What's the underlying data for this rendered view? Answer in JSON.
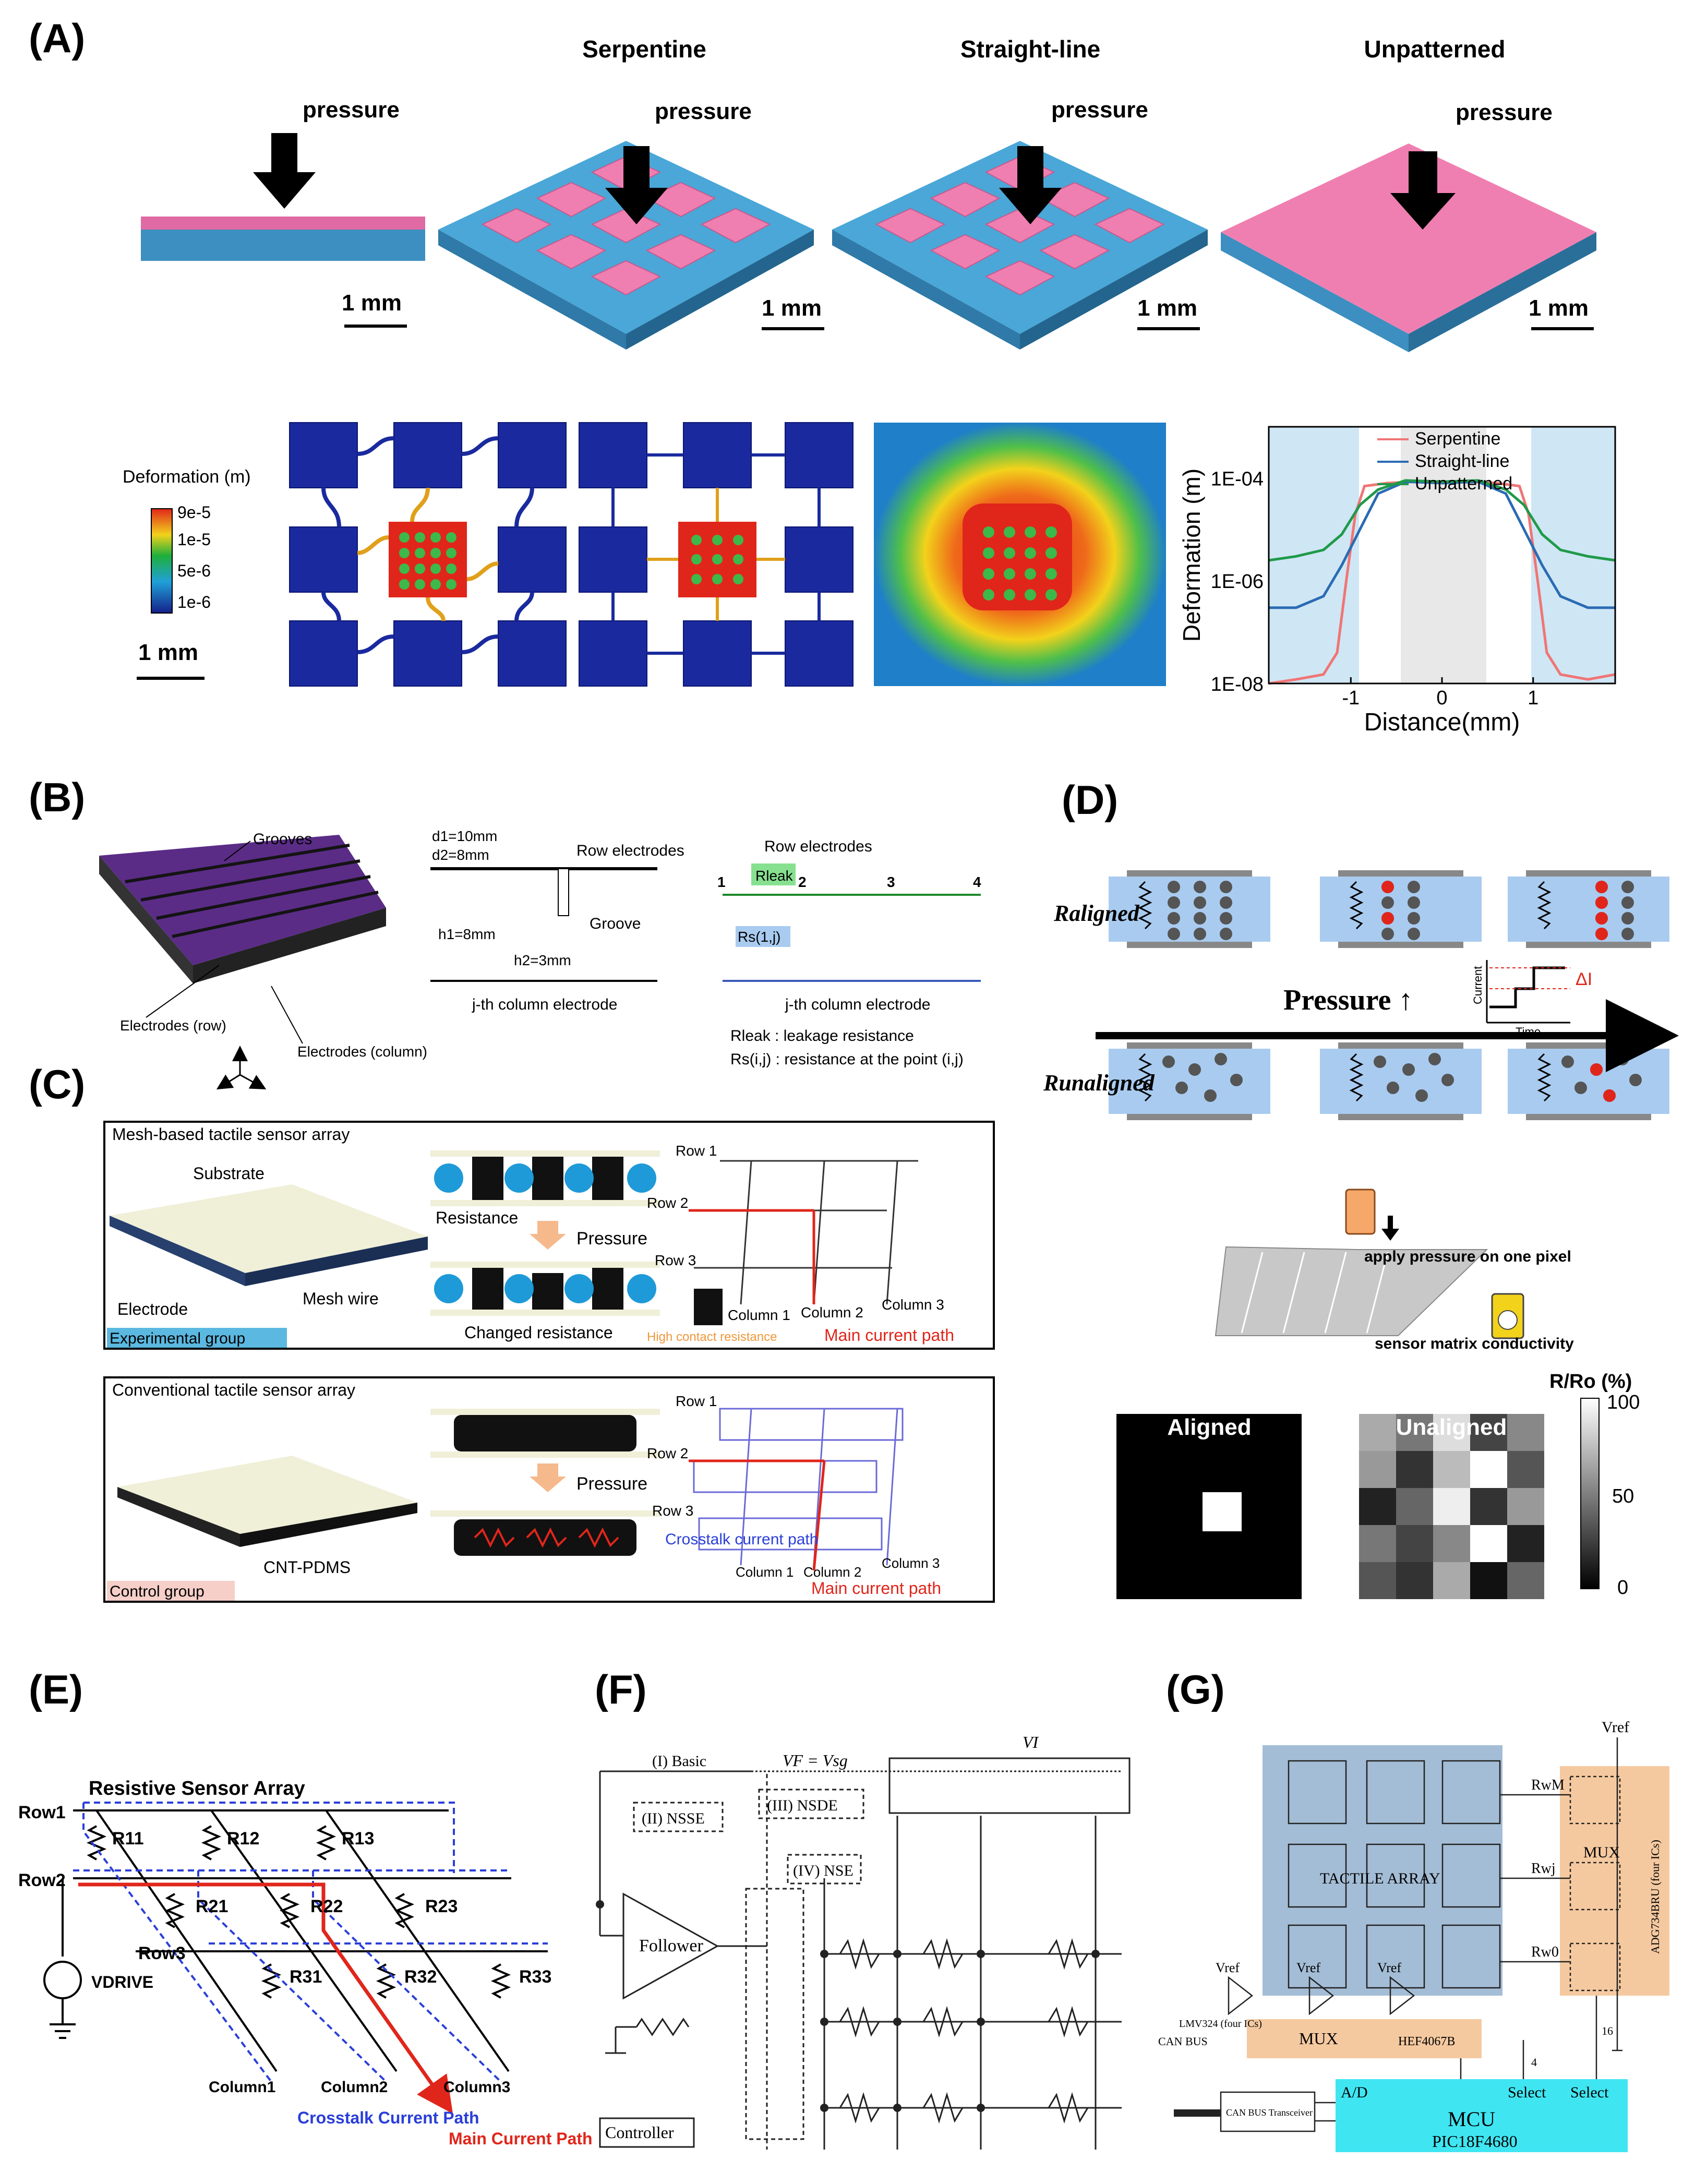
{
  "panels": {
    "A": {
      "label": "(A)",
      "titles": [
        "Serpentine",
        "Straight-line",
        "Unpatterned"
      ],
      "pressure": "pressure",
      "scale": "1 mm",
      "colorbar": {
        "title": "Deformation (m)",
        "ticks": [
          "9e-5",
          "1e-5",
          "5e-6",
          "1e-6"
        ]
      },
      "colors": {
        "pink": "#f07fb1",
        "blue": "#4aa7d8",
        "navy": "#15208a",
        "red": "#e0261b",
        "green": "#1faf3b"
      }
    },
    "B": {
      "label": "(B)",
      "grooves": "Grooves",
      "electrodes_row": "Electrodes (row)",
      "electrodes_col": "Electrodes (column)",
      "row_electrodes": "Row electrodes",
      "groove": "Groove",
      "jth_col": "j-th column electrode",
      "d1": "d1=10mm",
      "d2": "d2=8mm",
      "h1": "h1=8mm",
      "h2": "h2=3mm",
      "rleak": "Rleak",
      "rs": "Rs(1,j)",
      "rleak_def": "Rleak : leakage resistance",
      "rs_def": "Rs(i,j) : resistance at the point (i,j)",
      "nodes": [
        "1",
        "2",
        "3",
        "4"
      ]
    },
    "C": {
      "label": "(C)",
      "mesh_title": "Mesh-based tactile sensor array",
      "substrate": "Substrate",
      "electrode": "Electrode",
      "mesh_wire": "Mesh wire",
      "exp_group": "Experimental group",
      "resistance": "Resistance",
      "pressure": "Pressure",
      "changed": "Changed resistance",
      "high_contact": "High contact resistance",
      "main_path": "Main current path",
      "conv_title": "Conventional tactile sensor array",
      "cnt": "CNT-PDMS",
      "ctrl_group": "Control group",
      "crosstalk": "Crosstalk current path",
      "rows": [
        "Row 1",
        "Row 2",
        "Row 3"
      ],
      "cols": [
        "Column 1",
        "Column 2",
        "Column 3"
      ]
    },
    "D": {
      "label": "(D)",
      "r_aligned": "Raligned",
      "r_unaligned": "Runaligned",
      "pressure": "Pressure ↑",
      "current": "Current",
      "time": "Time",
      "delta": "ΔI",
      "apply": "apply pressure on one pixel",
      "conductivity": "sensor matrix conductivity",
      "ratio": "R/Ro (%)",
      "aligned": "Aligned",
      "unaligned": "Unaligned",
      "cb_ticks": [
        "100",
        "50",
        "0"
      ]
    },
    "E": {
      "label": "(E)",
      "title": "Resistive Sensor Array",
      "rows": [
        "Row1",
        "Row2",
        "Row3"
      ],
      "cols": [
        "Column1",
        "Column2",
        "Column3"
      ],
      "resistors": [
        "R11",
        "R12",
        "R13",
        "R21",
        "R22",
        "R23",
        "R31",
        "R32",
        "R33"
      ],
      "vdrive": "VDRIVE",
      "crosstalk": "Crosstalk Current Path",
      "main": "Main Current Path"
    },
    "F": {
      "label": "(F)",
      "basic": "(I) Basic",
      "nsse": "(II) NSSE",
      "nsde": "(III) NSDE",
      "nse": "(IV) NSE",
      "follower": "Follower",
      "controller": "Controller",
      "vf": "VF = Vsg",
      "vi": "VI"
    },
    "G": {
      "label": "(G)",
      "tactile": "TACTILE ARRAY",
      "mux": "MUX",
      "mux_chip": "HEF4067B",
      "mcu": "MCU",
      "pic": "PIC18F4680",
      "ad": "A/D",
      "select": "Select",
      "can_bus": "CAN BUS",
      "can_trans": "CAN BUS Transceiver",
      "lmv": "LMV324 (four ICs)",
      "adg": "ADG734BRU (four ICs)",
      "vref": "Vref",
      "rwm": "RwM",
      "rwj": "Rwj",
      "rw0": "Rw0",
      "n4": "4",
      "n16": "16"
    }
  },
  "chart_data": {
    "type": "line",
    "xlabel": "Distance(mm)",
    "ylabel": "Deformation (m)",
    "xlim": [
      -1.9,
      1.9
    ],
    "yscale": "log",
    "ylim": [
      1e-08,
      0.001
    ],
    "xticks": [
      -1,
      0,
      1
    ],
    "yticks": [
      "1E-08",
      "1E-06",
      "1E-04"
    ],
    "legend": "top-right",
    "series": [
      {
        "name": "Serpentine",
        "color": "#f07575",
        "x": [
          -1.9,
          -1.6,
          -1.3,
          -1.15,
          -1.05,
          -0.95,
          -0.85,
          -0.6,
          -0.3,
          0,
          0.3,
          0.6,
          0.85,
          0.95,
          1.05,
          1.15,
          1.3,
          1.6,
          1.9
        ],
        "y": [
          1e-08,
          1.2e-08,
          1.5e-08,
          4e-08,
          1e-06,
          2e-05,
          7e-05,
          8e-05,
          8.5e-05,
          8e-05,
          8.5e-05,
          8e-05,
          7e-05,
          2e-05,
          1e-06,
          4e-08,
          1.5e-08,
          1.2e-08,
          1.5e-08
        ]
      },
      {
        "name": "Straight-line",
        "color": "#2a6bb3",
        "x": [
          -1.9,
          -1.6,
          -1.3,
          -1.1,
          -0.9,
          -0.7,
          -0.4,
          0,
          0.4,
          0.7,
          0.9,
          1.1,
          1.3,
          1.6,
          1.9
        ],
        "y": [
          3e-07,
          3e-07,
          5e-07,
          2e-06,
          1e-05,
          5e-05,
          8.5e-05,
          8e-05,
          8.5e-05,
          5e-05,
          1e-05,
          2e-06,
          5e-07,
          3e-07,
          3e-07
        ]
      },
      {
        "name": "Unpatterned",
        "color": "#1f9a4a",
        "x": [
          -1.9,
          -1.6,
          -1.3,
          -1.1,
          -0.9,
          -0.7,
          -0.4,
          0,
          0.4,
          0.7,
          0.9,
          1.1,
          1.3,
          1.6,
          1.9
        ],
        "y": [
          2.5e-06,
          3e-06,
          4e-06,
          8e-06,
          3e-05,
          6e-05,
          9e-05,
          8.5e-05,
          9e-05,
          6e-05,
          3e-05,
          8e-06,
          4e-06,
          3e-06,
          2.5e-06
        ]
      }
    ]
  }
}
